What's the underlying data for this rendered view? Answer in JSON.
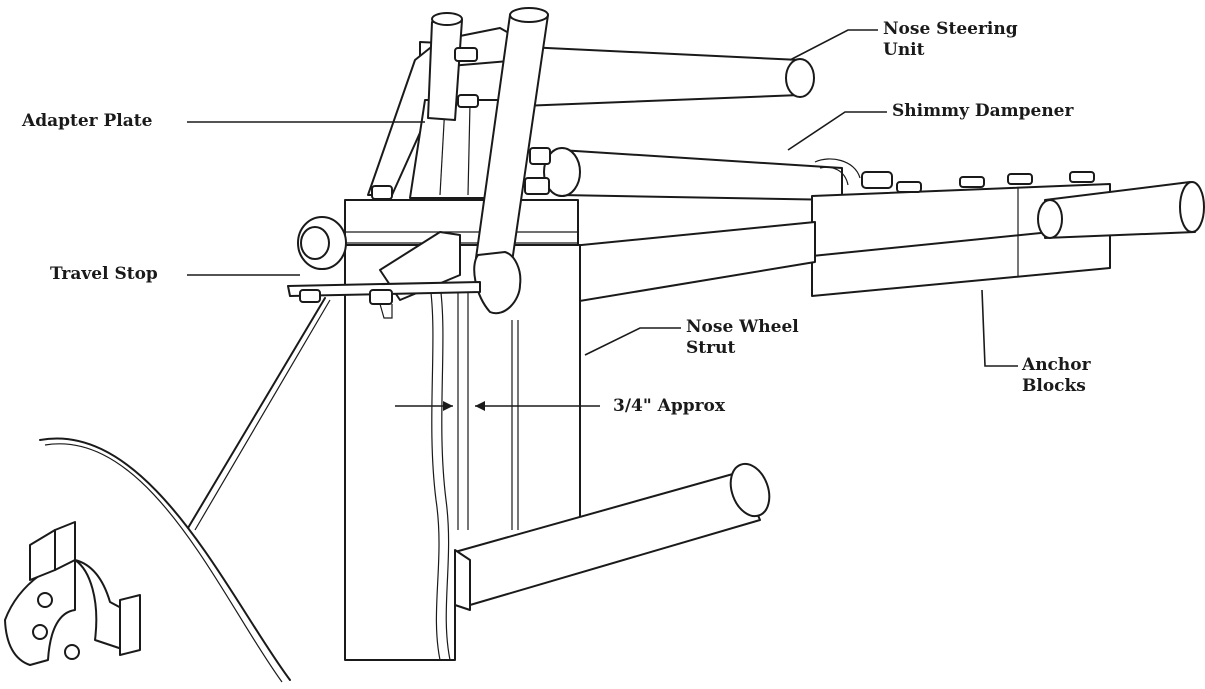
{
  "labels": {
    "nose_steering_unit": [
      "Nose Steering",
      "Unit"
    ],
    "adapter_plate": "Adapter Plate",
    "shimmy_dampener": "Shimmy Dampener",
    "travel_stop": "Travel Stop",
    "nose_wheel_strut": [
      "Nose Wheel",
      "Strut"
    ],
    "anchor_blocks": [
      "Anchor",
      "Blocks"
    ],
    "clearance_dimension": "3/4\" Approx"
  }
}
